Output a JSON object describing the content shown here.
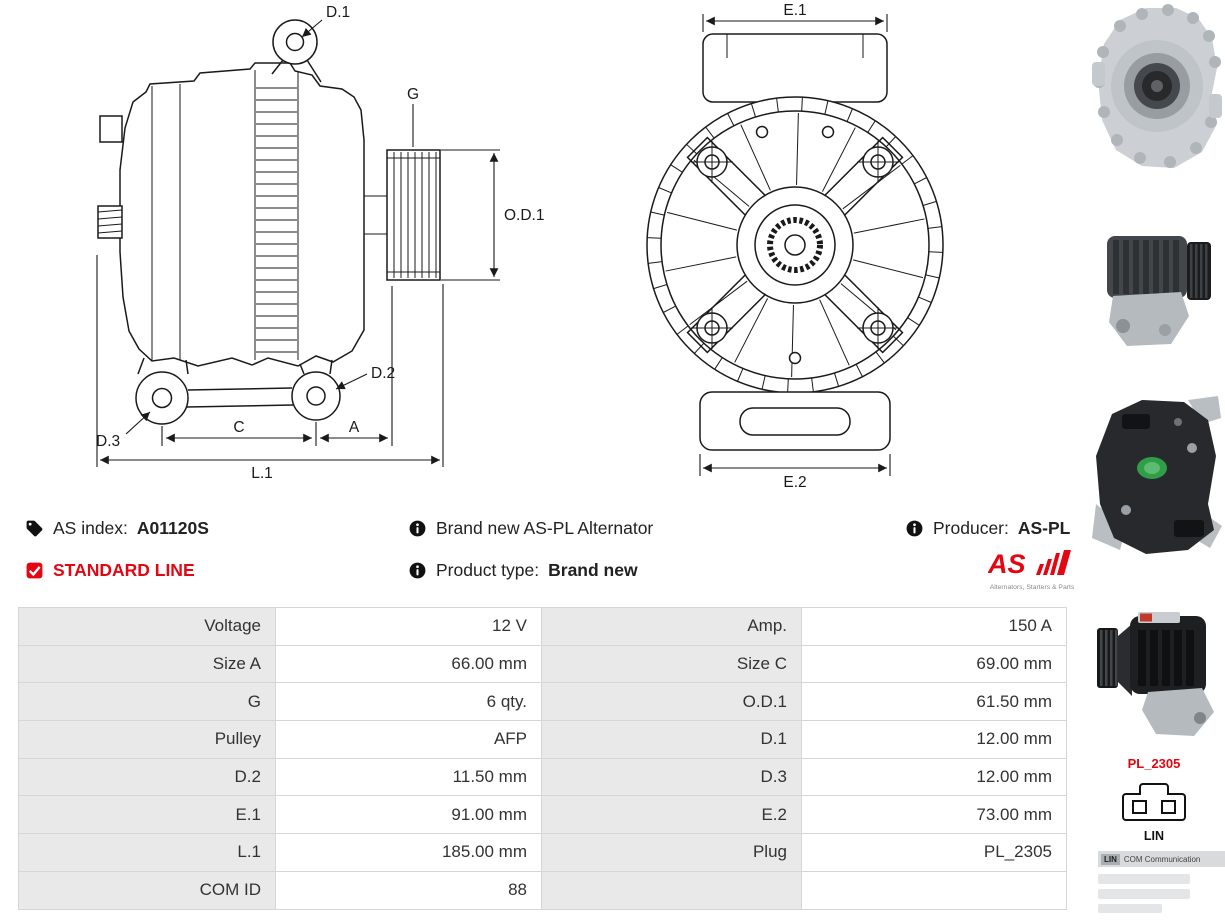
{
  "colors": {
    "accent_red": "#e30613",
    "table_label_bg": "#e9e9e9",
    "table_border": "#d6d6d6",
    "line_color": "#1a1a1a"
  },
  "info": {
    "as_index_label": "AS index:",
    "as_index_value": "A01120S",
    "standard_line_label": "STANDARD LINE",
    "brand_new_text": "Brand new AS-PL Alternator",
    "product_type_label": "Product type:",
    "product_type_value": "Brand new",
    "producer_label": "Producer:",
    "producer_value": "AS-PL",
    "logo_text": "AS",
    "logo_tagline": "Alternators, Starters & Parts"
  },
  "diagram": {
    "labels": {
      "d1": "D.1",
      "g": "G",
      "od1": "O.D.1",
      "d2": "D.2",
      "d3": "D.3",
      "c": "C",
      "a": "A",
      "l1": "L.1",
      "e1": "E.1",
      "e2": "E.2"
    }
  },
  "specs": {
    "rows": [
      {
        "l1": "Voltage",
        "v1": "12 V",
        "l2": "Amp.",
        "v2": "150 A"
      },
      {
        "l1": "Size A",
        "v1": "66.00 mm",
        "l2": "Size C",
        "v2": "69.00 mm"
      },
      {
        "l1": "G",
        "v1": "6 qty.",
        "l2": "O.D.1",
        "v2": "61.50 mm"
      },
      {
        "l1": "Pulley",
        "v1": "AFP",
        "l2": "D.1",
        "v2": "12.00 mm"
      },
      {
        "l1": "D.2",
        "v1": "11.50 mm",
        "l2": "D.3",
        "v2": "12.00 mm"
      },
      {
        "l1": "E.1",
        "v1": "91.00 mm",
        "l2": "E.2",
        "v2": "73.00 mm"
      },
      {
        "l1": "L.1",
        "v1": "185.00 mm",
        "l2": "Plug",
        "v2": "PL_2305"
      },
      {
        "l1": "COM ID",
        "v1": "88",
        "l2": "",
        "v2": ""
      }
    ]
  },
  "connector": {
    "name": "PL_2305",
    "pin_label": "LIN",
    "com_tag": "LIN",
    "com_text": "COM Communication"
  }
}
